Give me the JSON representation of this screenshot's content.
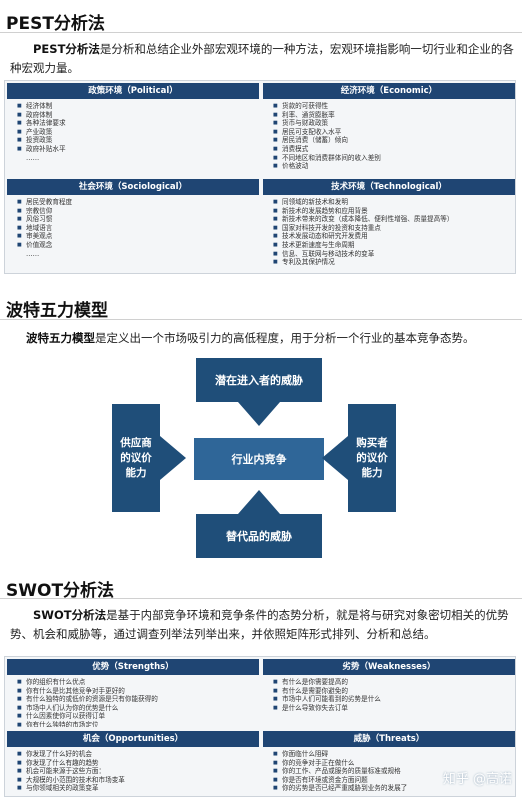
{
  "pest": {
    "title": "PEST分析法",
    "intro_bold": "PEST分析法",
    "intro_rest": "是分析和总结企业外部宏观环境的一种方法，宏观环境指影响一切行业和企业的各种宏观力量。",
    "cells": [
      {
        "header": "政策环境（Political）",
        "items": [
          "经济体制",
          "政府体制",
          "各种法律要求",
          "产业政策",
          "投资政策",
          "政府补贴水平",
          "……"
        ]
      },
      {
        "header": "经济环境（Economic）",
        "items": [
          "货款的可获得性",
          "利率、通货膨胀率",
          "货币与财政政策",
          "居民可支配收入水平",
          "居民消费（储蓄）倾向",
          "消费模式",
          "不同地区和消费群体间的收入差别",
          "价格波动",
          "……"
        ]
      },
      {
        "header": "社会环境（Sociological）",
        "items": [
          "居民受教育程度",
          "宗教信仰",
          "风俗习惯",
          "地域语言",
          "审美观点",
          "价值观念",
          "……"
        ]
      },
      {
        "header": "技术环境（Technological）",
        "items": [
          "同领域的新技术和发明",
          "新技术的发展趋势和应用背景",
          "新技术带来的改变（成本降低、便利性增强、质量提高等）",
          "国家对科技开发的投资和支持重点",
          "技术发展动态和研究开发费用",
          "技术更新速度与生命周期",
          "信息、互联网与移动技术的变革",
          "专利及其保护情况",
          "……"
        ]
      }
    ]
  },
  "porter": {
    "title": "波特五力模型",
    "intro_bold": "波特五力模型",
    "intro_rest": "是定义出一个市场吸引力的高低程度，用于分析一个行业的基本竞争态势。",
    "top": "潜在进入者的威胁",
    "left": "供应商的议价能力",
    "center": "行业内竞争",
    "right": "购买者的议价能力",
    "bottom": "替代品的威胁"
  },
  "swot": {
    "title": "SWOT分析法",
    "intro_bold": "SWOT分析法",
    "intro_rest": "是基于内部竞争环境和竞争条件的态势分析，就是将与研究对象密切相关的优势势、机会和威胁等，通过调查列举法列举出来，并依照矩阵形式排列、分析和总结。",
    "cells": [
      {
        "header": "优势（Strengths）",
        "items": [
          "你的组织有什么优点",
          "你有什么是比其他竞争对手更好的",
          "有什么独特的或低价的资源是只有你能获得的",
          "市场中人们认为你的优势是什么",
          "什么因素使你可以获得订单",
          "你有什么独特的市场定位"
        ]
      },
      {
        "header": "劣势（Weaknesses）",
        "items": [
          "有什么是你需要提高的",
          "有什么是需要你避免的",
          "市场中人们可能看到的劣势是什么",
          "是什么导致你失去订单"
        ]
      },
      {
        "header": "机会（Opportunities）",
        "items": [
          "你发现了什么好的机会",
          "你发现了什么有趣的趋势",
          "机会可能来源于这些方面：",
          "大规模的小范围的技术和市场变革",
          "与你领域相关的政策变革",
          "……"
        ]
      },
      {
        "header": "威胁（Threats）",
        "items": [
          "你面临什么阻碍",
          "你的竞争对手正在做什么",
          "你的工作、产品或服务的质量标准或规格",
          "你是否有环境或资金方面问题",
          "你的劣势是否已经严重威胁到业务的发展了"
        ]
      }
    ]
  },
  "watermark": "知乎 @高诺"
}
